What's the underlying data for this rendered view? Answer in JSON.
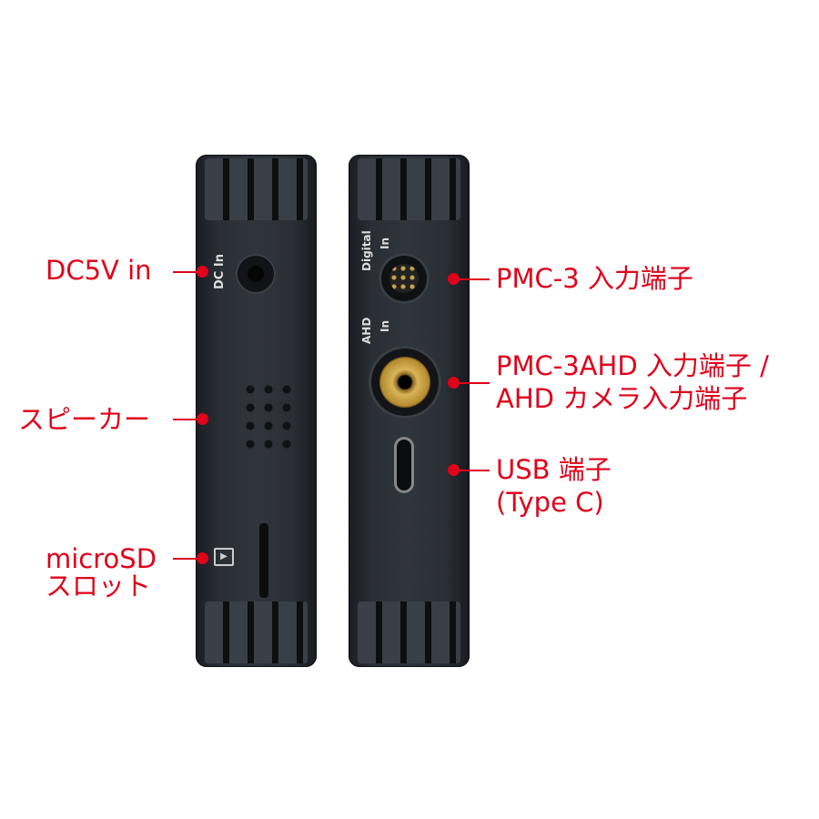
{
  "left_device": {
    "dc_print": "DC In"
  },
  "right_device": {
    "digital_print_1": "Digital",
    "digital_print_2": "In",
    "ahd_print_1": "AHD",
    "ahd_print_2": "In"
  },
  "callouts": {
    "dc5v": "DC5V in",
    "speaker": "スピーカー",
    "microsd_1": "microSD",
    "microsd_2": "スロット",
    "pmc3": "PMC-3 入力端子",
    "pmc3ahd_1": "PMC-3AHD 入力端子 /",
    "pmc3ahd_2": "AHD カメラ入力端子",
    "usb_1": "USB 端子",
    "usb_2": "(Type C)"
  },
  "colors": {
    "accent": "#e0001a",
    "device": "#2a2e35"
  }
}
